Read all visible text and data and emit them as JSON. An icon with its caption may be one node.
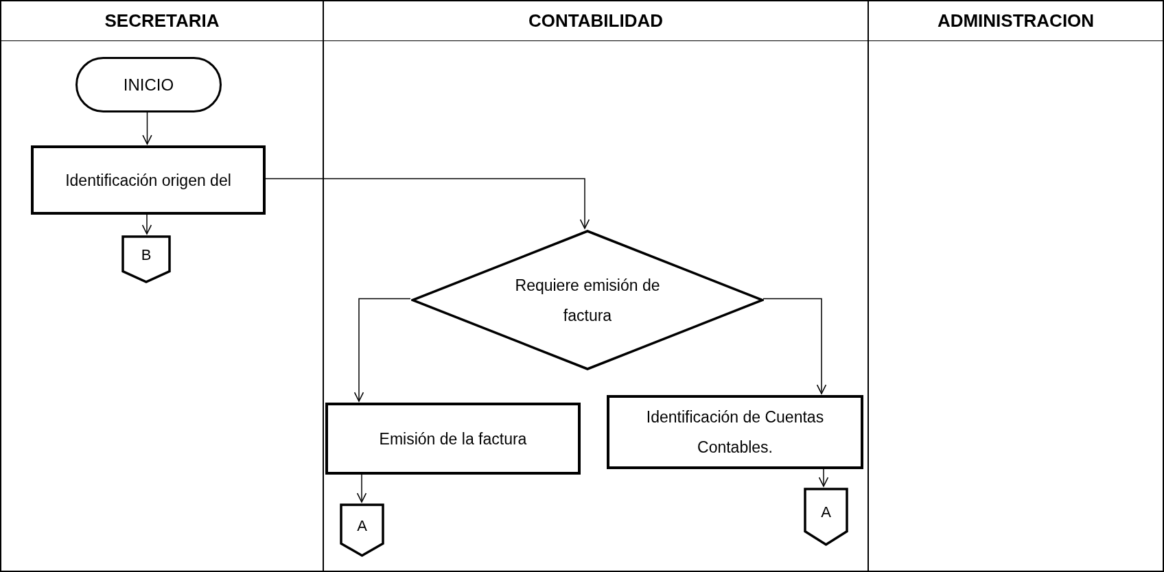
{
  "diagram": {
    "nodes": [
      {
        "text": [
          "SECRETARIA"
        ]
      },
      {
        "text": [
          "CONTABILIDAD"
        ]
      },
      {
        "text": [
          "ADMINISTRACION"
        ]
      },
      {
        "text": [
          "INICIO"
        ],
        "in": 0
      },
      {
        "text": [
          "Identificación origen del"
        ],
        "in": 0
      },
      {
        "text": [
          "B"
        ],
        "in": 0
      },
      {
        "text": [
          "Requiere emisión de factura"
        ],
        "in": 1
      },
      {
        "text": [
          "Emisión de la factura"
        ],
        "in": 1
      },
      {
        "text": [
          "Identificación de Cuentas Contables."
        ],
        "in": 1
      },
      {
        "text": [
          "A"
        ],
        "in": 1
      },
      {
        "text": [
          "A"
        ],
        "in": 1
      }
    ],
    "edges": [
      {
        "from": 3,
        "to": 4,
        "arrow": "to"
      },
      {
        "from": 4,
        "to": 5,
        "arrow": "to"
      },
      {
        "from": 4,
        "to": 6,
        "arrow": "to"
      },
      {
        "from": 6,
        "to": 7,
        "arrow": "to"
      },
      {
        "from": 6,
        "to": 8,
        "arrow": "to"
      },
      {
        "from": 7,
        "to": 9,
        "arrow": "to"
      },
      {
        "from": 8,
        "to": 10,
        "arrow": "to"
      }
    ]
  }
}
